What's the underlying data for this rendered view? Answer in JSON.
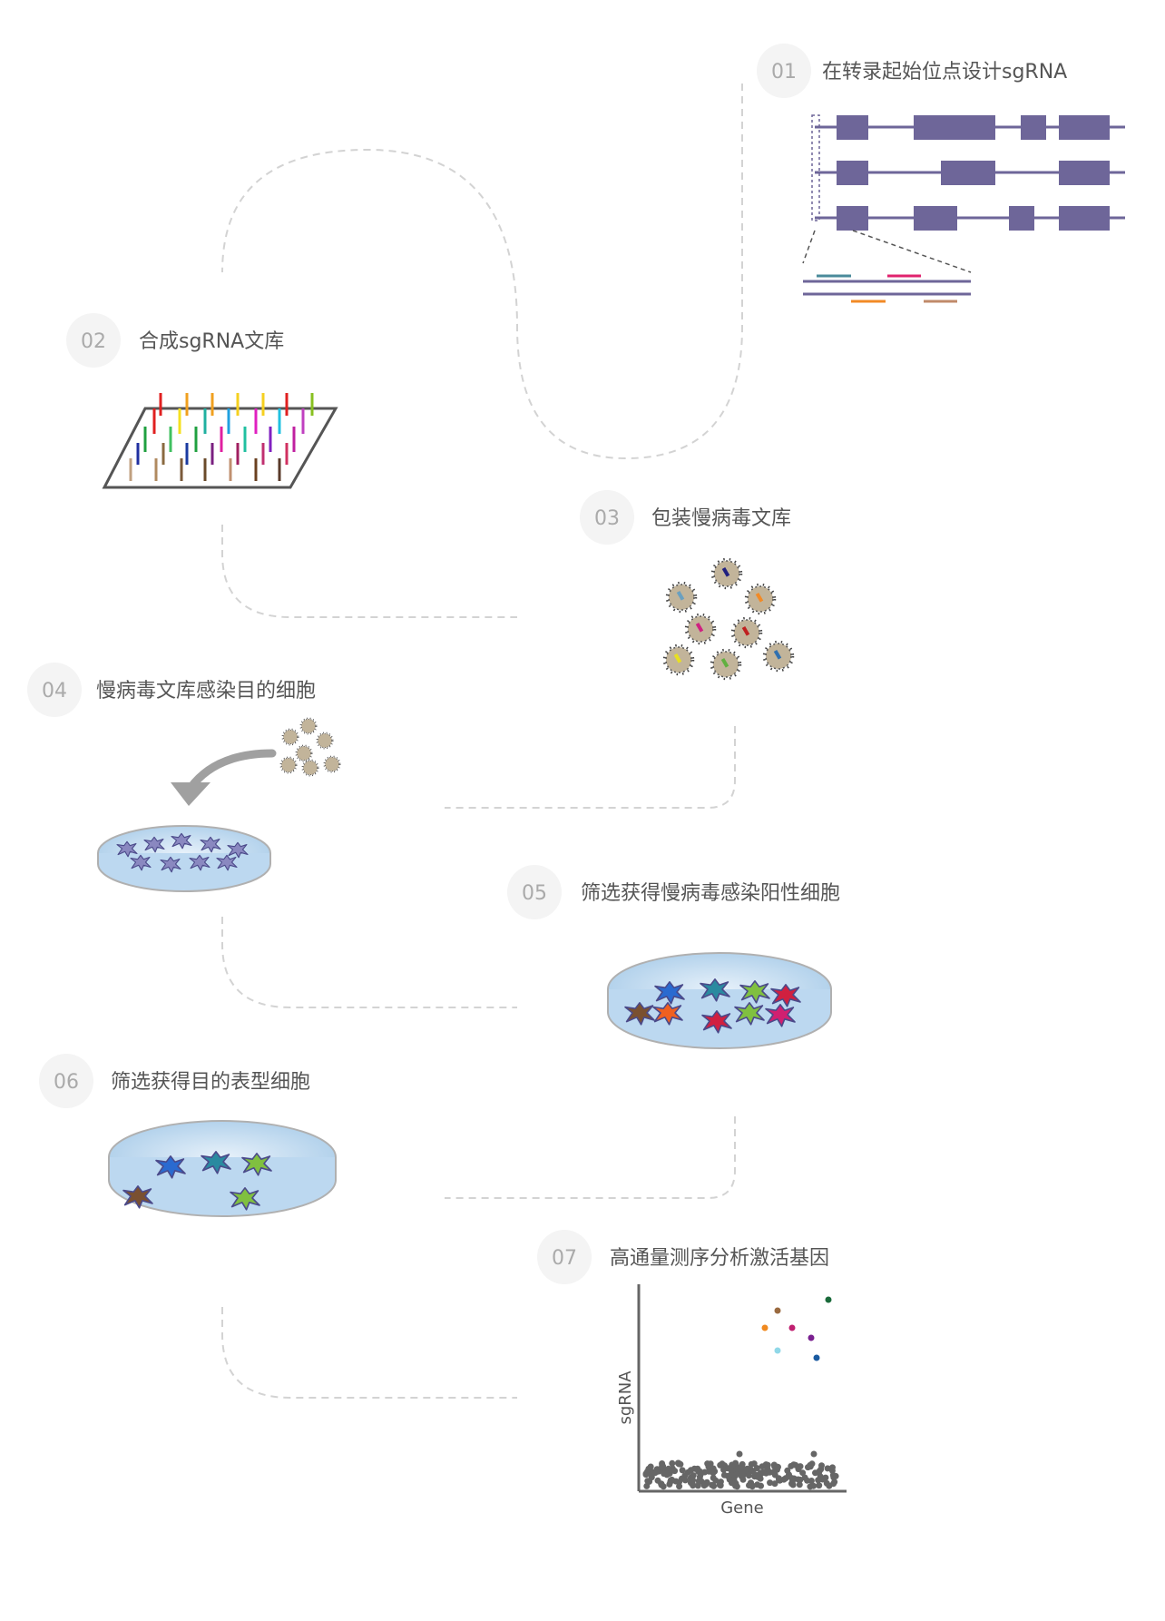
{
  "steps": [
    {
      "num": "01",
      "label": "在转录起始位点设计sgRNA"
    },
    {
      "num": "02",
      "label": "合成sgRNA文库"
    },
    {
      "num": "03",
      "label": "包装慢病毒文库"
    },
    {
      "num": "04",
      "label": "慢病毒文库感染目的细胞"
    },
    {
      "num": "05",
      "label": "筛选获得慢病毒感染阳性细胞"
    },
    {
      "num": "06",
      "label": "筛选获得目的表型细胞"
    },
    {
      "num": "07",
      "label": "高通量测序分析激活基因"
    }
  ],
  "plot": {
    "xlabel": "Gene",
    "ylabel": "sgRNA"
  },
  "colors": {
    "gene": "#6e6699",
    "dash": "#d3d3d3",
    "badge": "#f4f4f4",
    "dish_fill": "#bcd8f0",
    "dish_edge": "#b0b0b0",
    "dot_gray": "#666666"
  },
  "icons": {
    "library": "sgRNA-array-icon",
    "virus": "lentivirus-icon",
    "cell": "cell-icon",
    "arrow": "curved-arrow-icon"
  }
}
